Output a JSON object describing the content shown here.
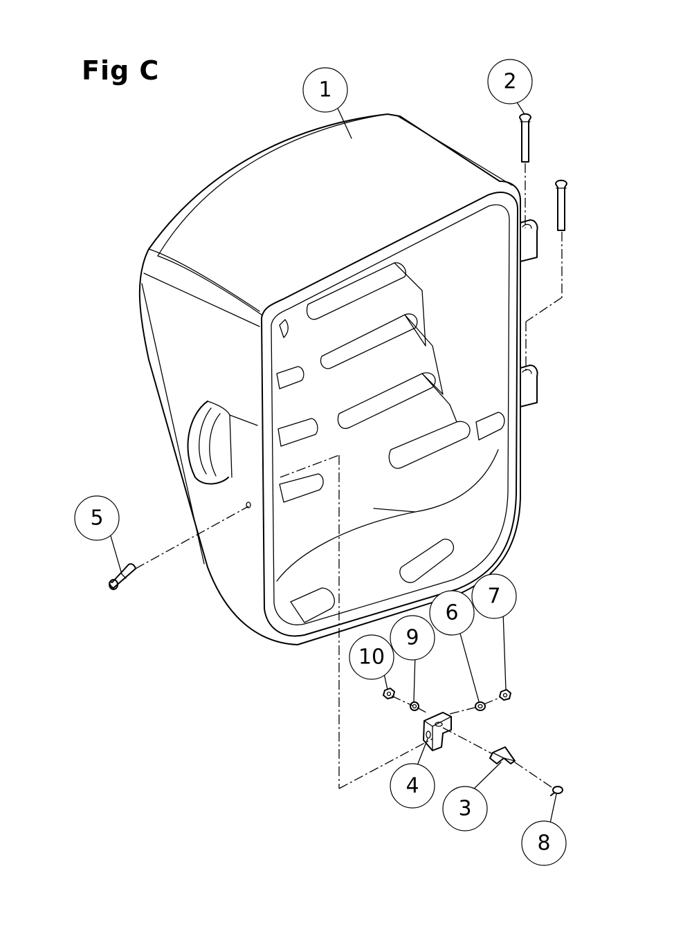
{
  "figure": {
    "title": "Fig C"
  },
  "callouts": [
    {
      "id": "1",
      "label": "1"
    },
    {
      "id": "2",
      "label": "2"
    },
    {
      "id": "3",
      "label": "3"
    },
    {
      "id": "4",
      "label": "4"
    },
    {
      "id": "5",
      "label": "5"
    },
    {
      "id": "6",
      "label": "6"
    },
    {
      "id": "7",
      "label": "7"
    },
    {
      "id": "8",
      "label": "8"
    },
    {
      "id": "9",
      "label": "9"
    },
    {
      "id": "10",
      "label": "10"
    }
  ]
}
